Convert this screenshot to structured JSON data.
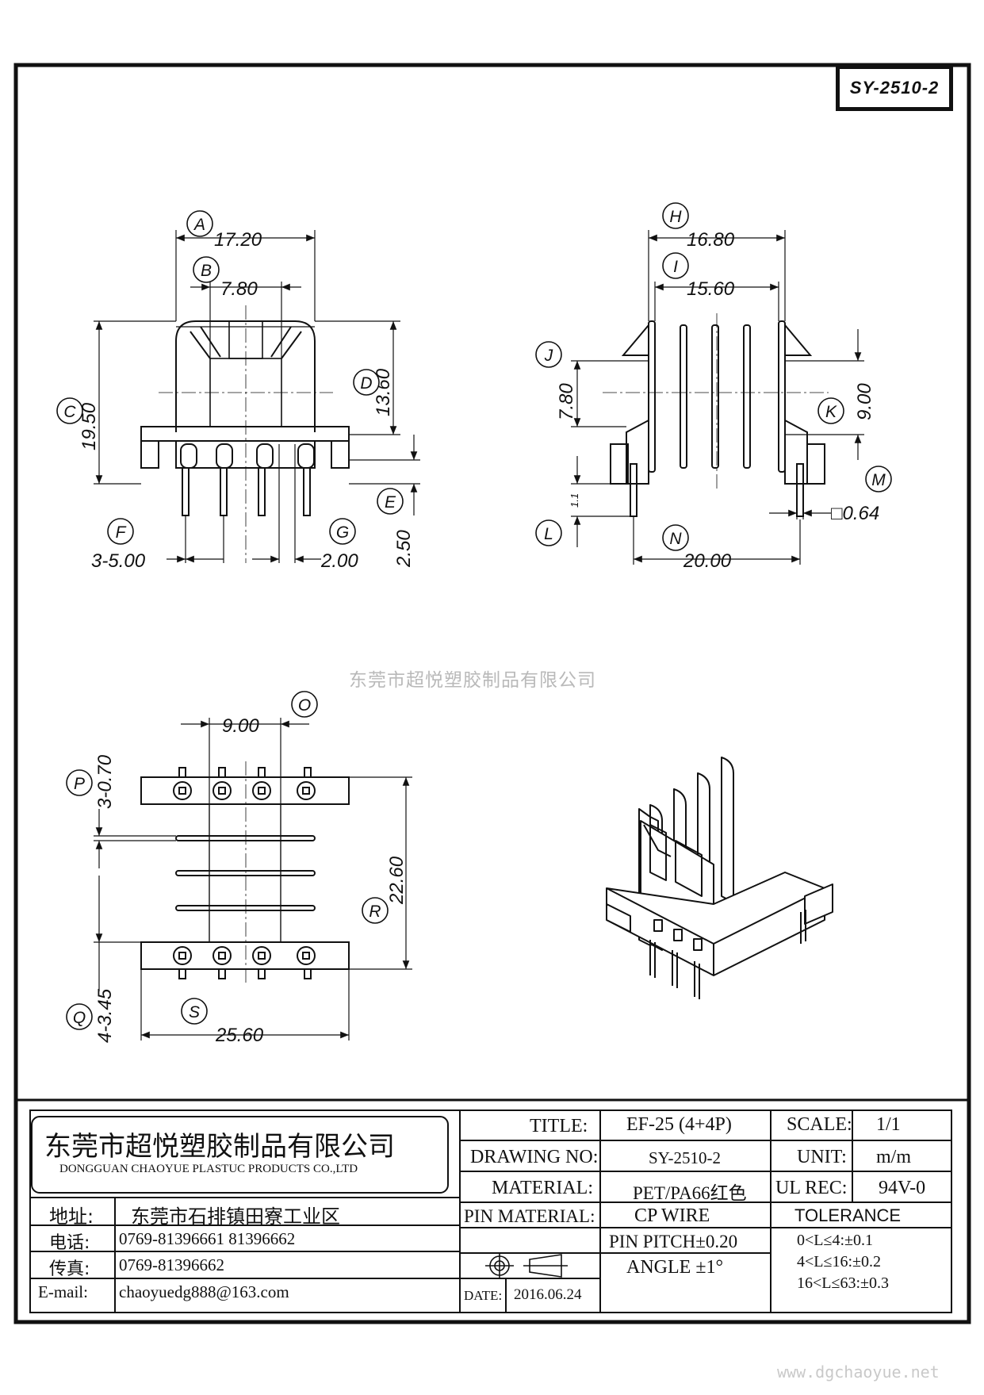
{
  "drawing_number_tag": "SY-2510-2",
  "watermark": "东莞市超悦塑胶制品有限公司",
  "website": "www.dgchaoyue.net",
  "dimensions": {
    "A": {
      "letter": "A",
      "value": "17.20"
    },
    "B": {
      "letter": "B",
      "value": "7.80"
    },
    "C": {
      "letter": "C",
      "value": "19.50"
    },
    "D": {
      "letter": "D",
      "value": "13.60"
    },
    "E": {
      "letter": "E",
      "value": "2.50"
    },
    "F": {
      "letter": "F",
      "value": "3-5.00"
    },
    "G": {
      "letter": "G",
      "value": "2.00"
    },
    "H": {
      "letter": "H",
      "value": "16.80"
    },
    "I": {
      "letter": "I",
      "value": "15.60"
    },
    "J": {
      "letter": "J",
      "value": "7.80"
    },
    "K": {
      "letter": "K",
      "value": "9.00"
    },
    "L": {
      "letter": "L",
      "value": "1.1"
    },
    "M": {
      "letter": "M",
      "value": "□0.64"
    },
    "N": {
      "letter": "N",
      "value": "20.00"
    },
    "O": {
      "letter": "O",
      "value": "9.00"
    },
    "P": {
      "letter": "P",
      "value": "3-0.70"
    },
    "Q": {
      "letter": "Q",
      "value": "4-3.45"
    },
    "R": {
      "letter": "R",
      "value": "22.60"
    },
    "S": {
      "letter": "S",
      "value": "25.60"
    }
  },
  "title_block": {
    "company_cn": "东莞市超悦塑胶制品有限公司",
    "company_en": "DONGGUAN CHAOYUE PLASTUC PRODUCTS CO.,LTD",
    "address_label": "地址:",
    "address": "东莞市石排镇田寮工业区",
    "phone_label": "电话:",
    "phone": "0769-81396661   81396662",
    "fax_label": "传真:",
    "fax": "0769-81396662",
    "email_label": "E-mail:",
    "email": "chaoyuedg888@163.com",
    "title_label": "TITLE:",
    "title_value": "EF-25 (4+4P)",
    "drawing_no_label": "DRAWING NO:",
    "drawing_no_value": "SY-2510-2",
    "material_label": "MATERIAL:",
    "material_value": "PET/PA66红色",
    "pin_material_label": "PIN MATERIAL:",
    "pin_material_value": "CP WIRE",
    "pin_pitch": "PIN PITCH±0.20",
    "angle": "ANGLE  ±1°",
    "date_label": "DATE:",
    "date_value": "2016.06.24",
    "scale_label": "SCALE:",
    "scale_value": "1/1",
    "unit_label": "UNIT:",
    "unit_value": "m/m",
    "ul_rec_label": "UL REC:",
    "ul_rec_value": "94V-0",
    "tolerance_label": "TOLERANCE",
    "tolerance_1": "0<L≤4:±0.1",
    "tolerance_2": "4<L≤16:±0.2",
    "tolerance_3": "16<L≤63:±0.3"
  }
}
